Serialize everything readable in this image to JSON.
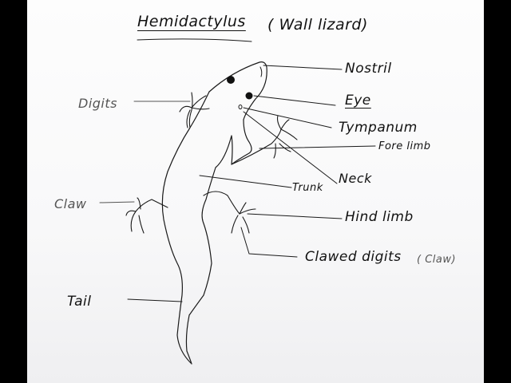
{
  "title": {
    "genus": "Hemidactylus",
    "common": "( Wall lizard)"
  },
  "labels": {
    "nostril": "Nostril",
    "eye": "Eye",
    "tympanum": "Tympanum",
    "fore_limb": "Fore limb",
    "neck": "Neck",
    "trunk": "Trunk",
    "hind_limb": "Hind limb",
    "clawed_digits": "Clawed digits",
    "clawed_digits_note": "( Claw)",
    "digits": "Digits",
    "claw": "Claw",
    "tail": "Tail"
  },
  "colors": {
    "ink": "#111111",
    "pencil": "#666666",
    "paper": "#fdfdfd",
    "border": "#000000"
  }
}
